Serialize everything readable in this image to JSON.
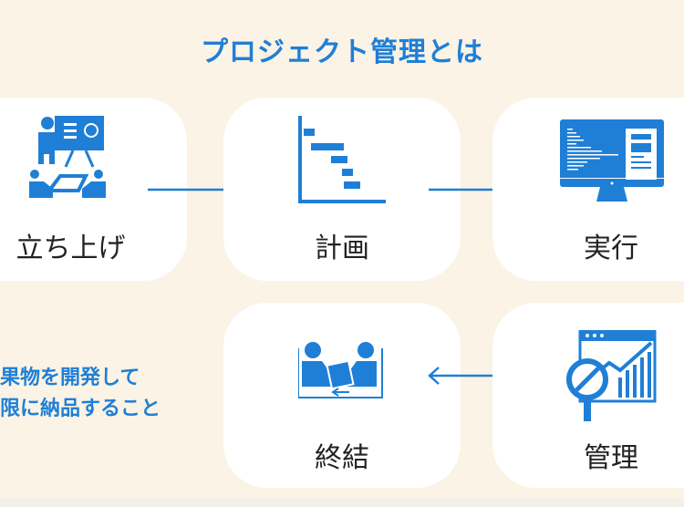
{
  "title": "プロジェクト管理とは",
  "description": {
    "line1": "果物を開発して",
    "line2": "限に納品すること"
  },
  "steps": [
    {
      "label": "立ち上げ",
      "icon": "meeting-presentation-icon"
    },
    {
      "label": "計画",
      "icon": "gantt-chart-icon"
    },
    {
      "label": "実行",
      "icon": "monitor-code-icon"
    },
    {
      "label": "管理",
      "icon": "analytics-magnifier-icon"
    },
    {
      "label": "終結",
      "icon": "handover-document-icon"
    }
  ],
  "colors": {
    "accent": "#1f7fd6",
    "background": "#fbf3e5",
    "card": "#ffffff",
    "text": "#222222"
  }
}
